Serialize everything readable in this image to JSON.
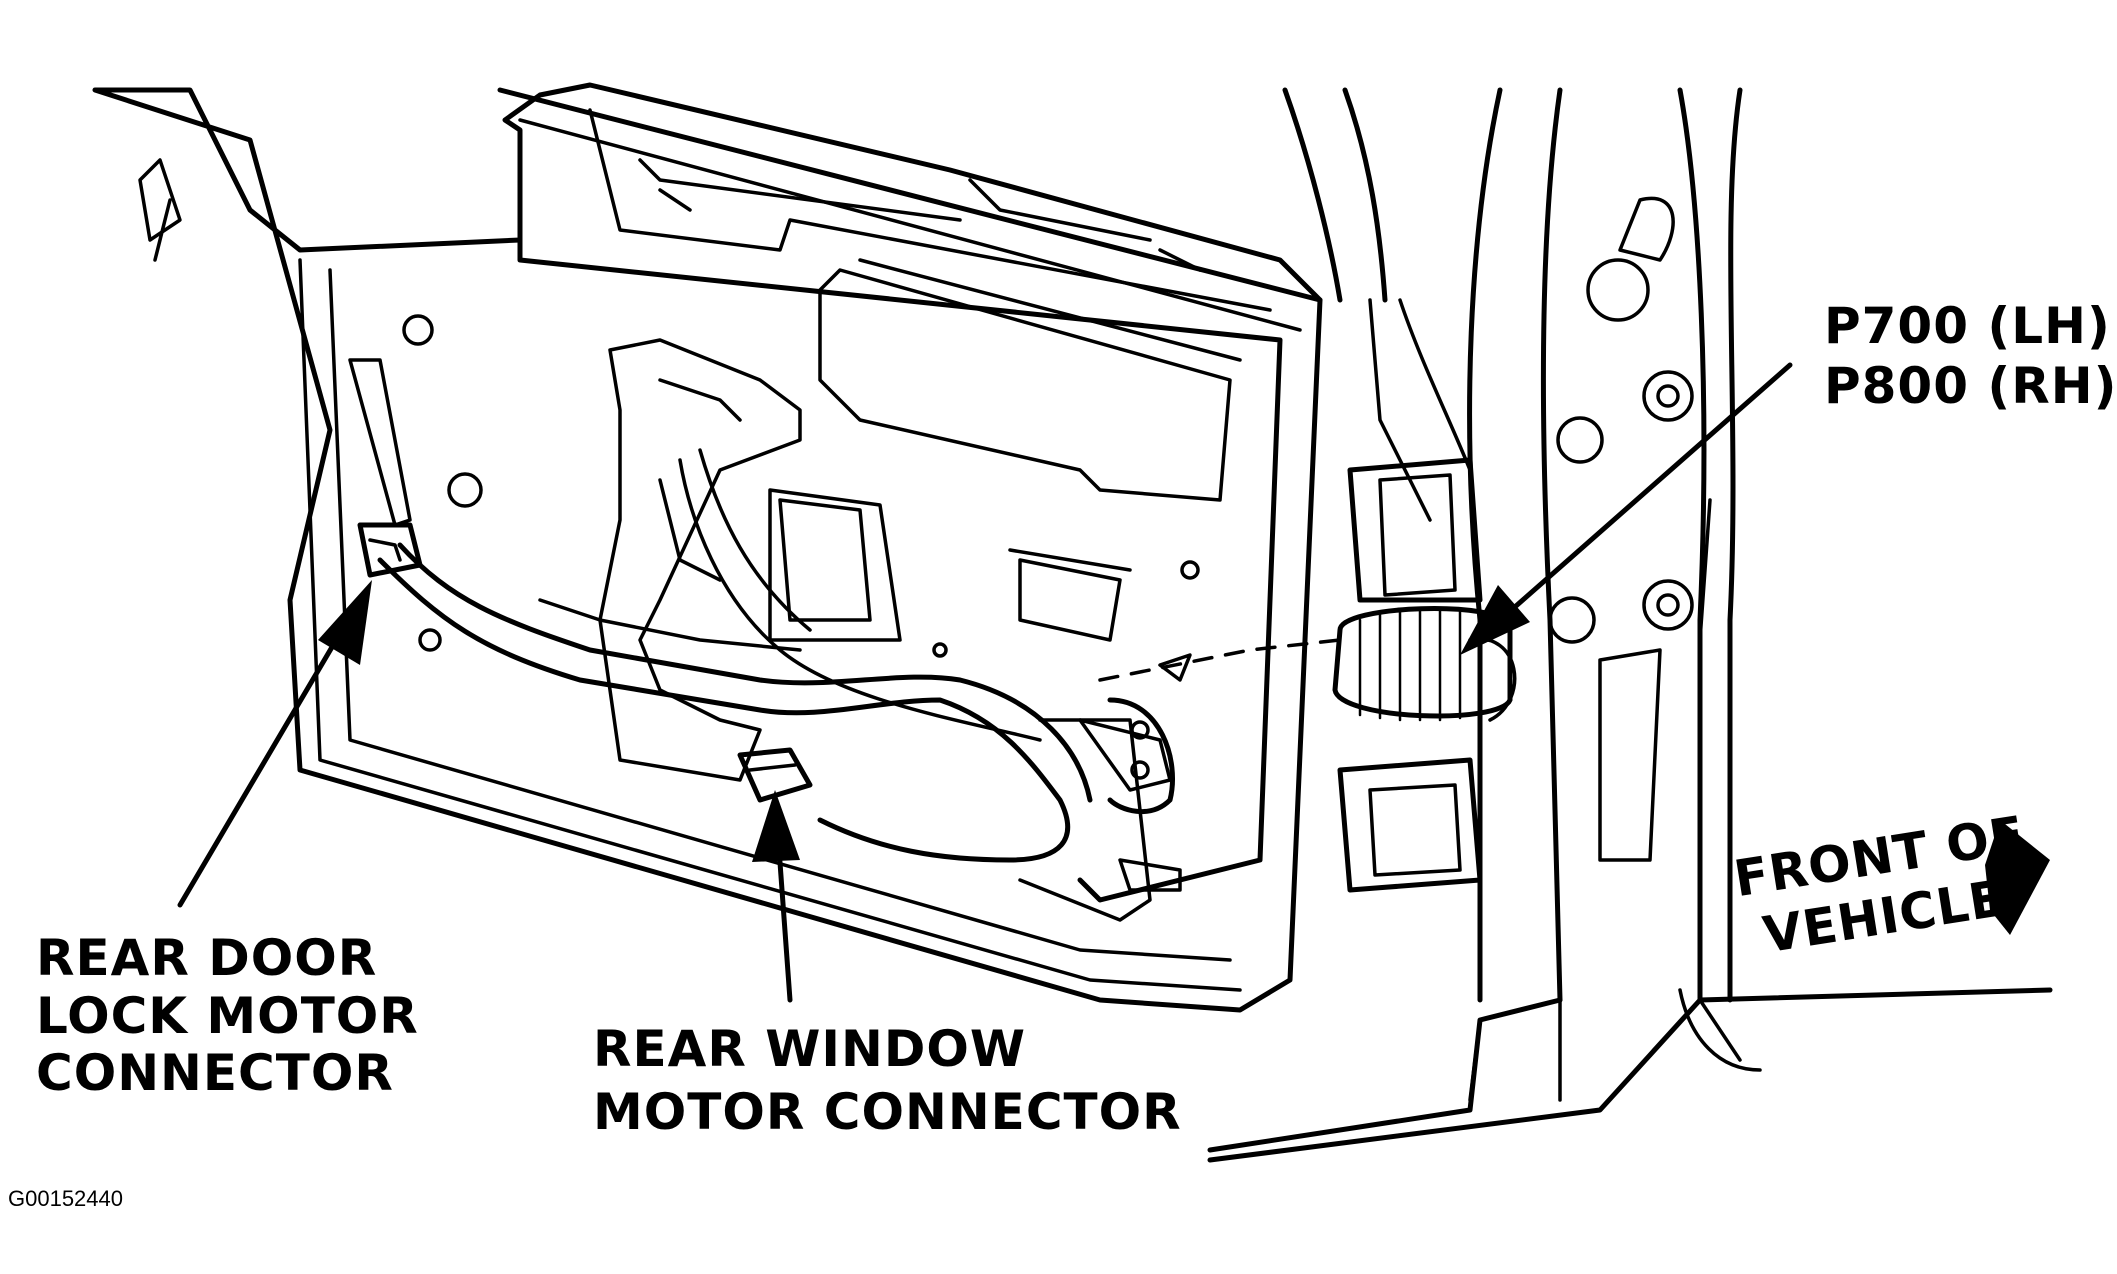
{
  "labels": {
    "rear_door_lock_motor_connector": [
      "REAR DOOR",
      "LOCK MOTOR",
      "CONNECTOR"
    ],
    "rear_window_motor_connector": [
      "REAR WINDOW",
      "MOTOR CONNECTOR"
    ],
    "connector_id": [
      "P700 (LH)",
      "P800 (RH)"
    ],
    "front_of_vehicle": [
      "FRONT OF",
      "VEHICLE"
    ]
  },
  "figure_id": "G00152440",
  "colors": {
    "ink": "#000000",
    "paper": "#ffffff"
  }
}
